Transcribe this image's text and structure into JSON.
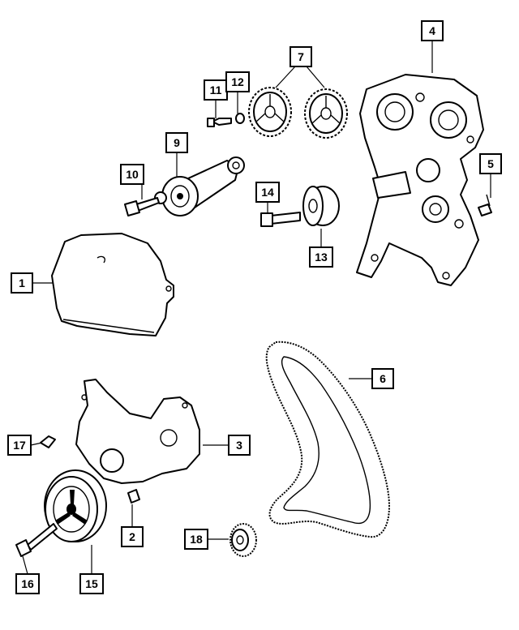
{
  "callouts": {
    "c1": "1",
    "c2": "2",
    "c3": "3",
    "c4": "4",
    "c5": "5",
    "c6": "6",
    "c7": "7",
    "c9": "9",
    "c10": "10",
    "c11": "11",
    "c12": "12",
    "c13": "13",
    "c14": "14",
    "c15": "15",
    "c16": "16",
    "c17": "17",
    "c18": "18"
  },
  "colors": {
    "line": "#000000",
    "background": "#ffffff"
  }
}
